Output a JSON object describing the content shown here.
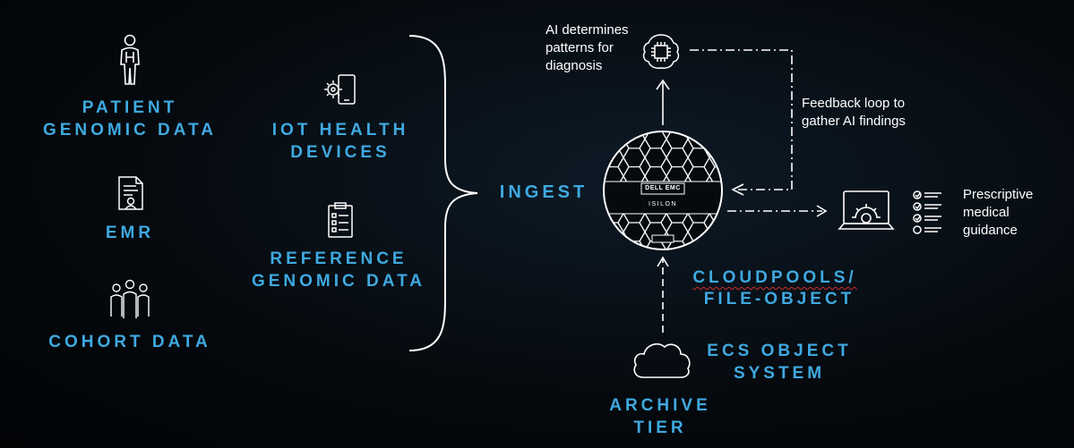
{
  "sources": {
    "patient": "PATIENT\nGENOMIC DATA",
    "emr": "EMR",
    "cohort": "COHORT DATA",
    "iot": "IOT HEALTH\nDEVICES",
    "reference": "REFERENCE\nGENOMIC DATA"
  },
  "ingest": "INGEST",
  "isilon": {
    "brand": "DELL EMC",
    "name": "ISILON"
  },
  "ai_note": "AI determines\npatterns for\ndiagnosis",
  "feedback_note": "Feedback loop to\ngather AI findings",
  "prescriptive_note": "Prescriptive\nmedical\nguidance",
  "cloudpools": {
    "line1": "CLOUDPOOLS/",
    "line2": "FILE-OBJECT"
  },
  "ecs": "ECS OBJECT\nSYSTEM",
  "archive": "ARCHIVE\nTIER",
  "colors": {
    "accent": "#3fa9e0",
    "text": "#ffffff",
    "background": "#05090d"
  }
}
